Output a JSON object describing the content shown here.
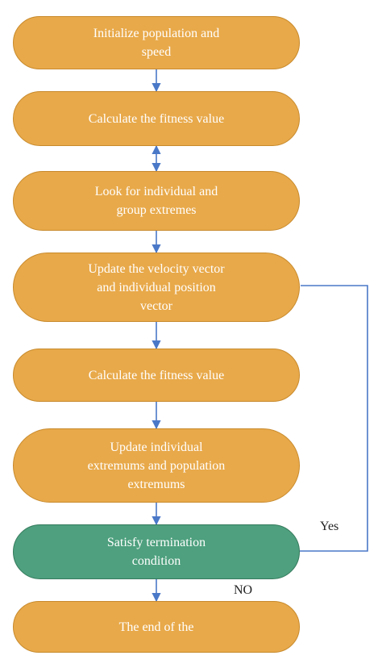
{
  "nodes": [
    {
      "id": "init",
      "text": "Initialize population and\nspeed",
      "type": "process"
    },
    {
      "id": "fitness1",
      "text": "Calculate the fitness value",
      "type": "process"
    },
    {
      "id": "extremes",
      "text": "Look for individual and\ngroup extremes",
      "type": "process"
    },
    {
      "id": "update_velocity",
      "text": "Update the velocity vector\nand individual position\nvector",
      "type": "process"
    },
    {
      "id": "fitness2",
      "text": "Calculate the fitness value",
      "type": "process"
    },
    {
      "id": "update_extremums",
      "text": "Update individual\nextremums and population\nextremums",
      "type": "process"
    },
    {
      "id": "termination",
      "text": "Satisfy termination\ncondition",
      "type": "decision"
    },
    {
      "id": "end",
      "text": "The end of the",
      "type": "process"
    }
  ],
  "edges": [
    {
      "from": "init",
      "to": "fitness1"
    },
    {
      "from": "fitness1",
      "to": "extremes",
      "bidirectional": true
    },
    {
      "from": "extremes",
      "to": "update_velocity"
    },
    {
      "from": "update_velocity",
      "to": "fitness2"
    },
    {
      "from": "fitness2",
      "to": "update_extremums"
    },
    {
      "from": "update_extremums",
      "to": "termination"
    },
    {
      "from": "termination",
      "to": "end",
      "label": "NO"
    },
    {
      "from": "termination",
      "to": "update_velocity",
      "label": "Yes",
      "loop": true
    }
  ],
  "labels": {
    "yes": "Yes",
    "no": "NO"
  },
  "colors": {
    "process_fill": "#e8a94a",
    "process_border": "#c88a2c",
    "decision_fill": "#4ea07e",
    "decision_border": "#357a5c",
    "arrow": "#4a78c8",
    "text": "#ffffff"
  }
}
